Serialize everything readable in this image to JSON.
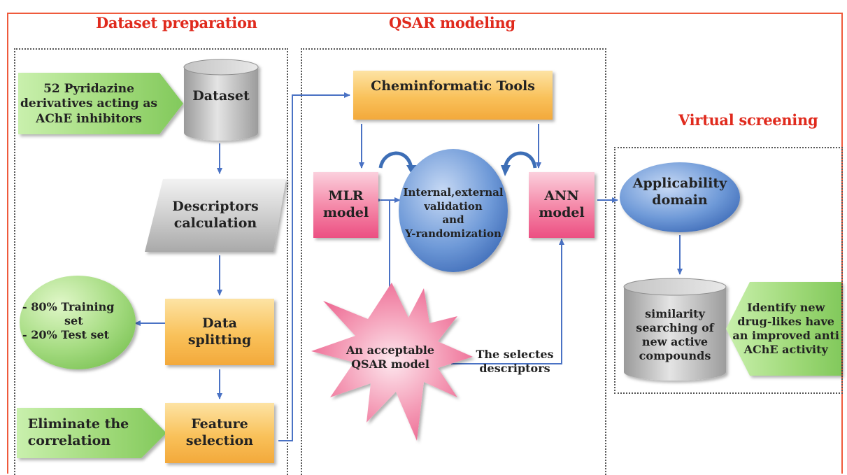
{
  "sections": {
    "dataset_preparation": "Dataset preparation",
    "qsar_modeling": "QSAR modeling",
    "virtual_screening": "Virtual screening"
  },
  "nodes": {
    "input_compounds": [
      "52 Pyridazine",
      "derivatives acting as",
      "AChE inhibitors"
    ],
    "dataset": "Dataset",
    "descriptors": [
      "Descriptors",
      "calculation"
    ],
    "training_test": [
      "- 80% Training",
      "set",
      "- 20% Test set"
    ],
    "data_splitting": [
      "Data",
      "splitting"
    ],
    "eliminate": [
      "Eliminate the",
      "correlation"
    ],
    "feature_selection": [
      "Feature",
      "selection"
    ],
    "cheminformatic": "Cheminformatic Tools",
    "mlr": [
      "MLR",
      "model"
    ],
    "validation": [
      "Internal,external",
      "validation",
      "and",
      "Y-randomization"
    ],
    "ann": [
      "ANN",
      "model"
    ],
    "acceptable_qsar": [
      "An acceptable",
      "QSAR model"
    ],
    "selected_descriptors": [
      "The selectes",
      "descriptors"
    ],
    "applicability": [
      "Applicability",
      "domain"
    ],
    "similarity": [
      "similarity",
      "searching of",
      "new active",
      "compounds"
    ],
    "identify": [
      "Identify new",
      "drug-likes have",
      "an improved anti",
      "AChE activity"
    ]
  },
  "colors": {
    "frame": "#ef5a3c",
    "title": "#e02a1d",
    "arrow": "#4a72c4",
    "orange": "#f9c15a",
    "green": "#9fd978",
    "pink": "#f06c95",
    "blue": "#4f7fc6",
    "gray": "#b5b5b5"
  }
}
